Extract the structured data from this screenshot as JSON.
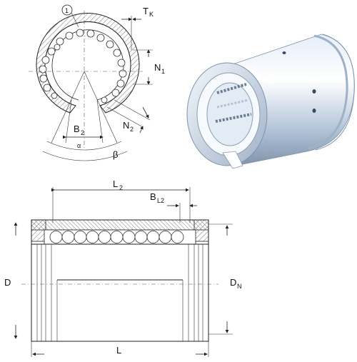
{
  "labels": {
    "callout": "1",
    "t": "T",
    "t_sub": "K",
    "n1": "N",
    "n1_sub": "1",
    "n2": "N",
    "n2_sub": "2",
    "b2": "B",
    "b2_sub": "2",
    "alpha": "α",
    "beta": "β",
    "l2": "L",
    "l2_sub": "2",
    "bl2": "B",
    "bl2_sub": "L2",
    "d": "D",
    "dn": "D",
    "dn_sub": "N",
    "l": "L"
  },
  "colors": {
    "line": "#222222",
    "hatch": "#555555",
    "metal_light": "#eef3fa",
    "metal_mid": "#c9d6e6",
    "metal_dark": "#8a9cb2"
  },
  "icons": {
    "dim_arrow": "arrow-icon"
  }
}
